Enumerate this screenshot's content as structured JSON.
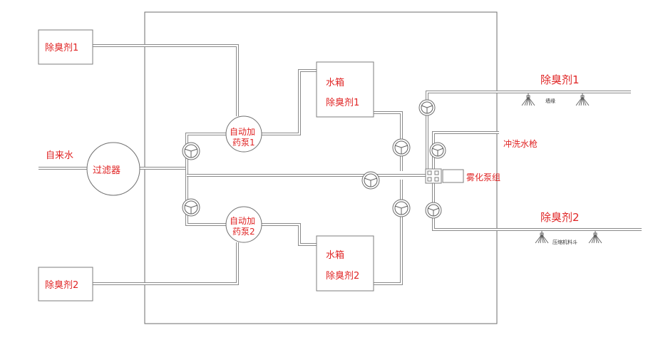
{
  "labels": {
    "deodorant1_left": "除臭剂1",
    "deodorant2_left": "除臭剂2",
    "tap_water": "自来水",
    "filter": "过滤器",
    "dosing_pump1_line1": "自动加",
    "dosing_pump1_line2": "药泵1",
    "dosing_pump2_line1": "自动加",
    "dosing_pump2_line2": "药泵2",
    "tank1_line1": "水箱",
    "tank1_line2": "除臭剂1",
    "tank2_line1": "水箱",
    "tank2_line2": "除臭剂2",
    "deodorant1_right": "除臭剂1",
    "deodorant2_right": "除臭剂2",
    "wash_gun": "冲洗水枪",
    "mist_pump_unit": "雾化泵组",
    "wall_edge": "墙缘",
    "compressor_hopper": "压缩机料斗"
  },
  "colors": {
    "label_red": "#e02424",
    "line_gray": "#8a8a8a",
    "small_text": "#333333"
  },
  "icons": {
    "valve": "valve-icon",
    "nozzle": "spray-nozzle-icon"
  }
}
